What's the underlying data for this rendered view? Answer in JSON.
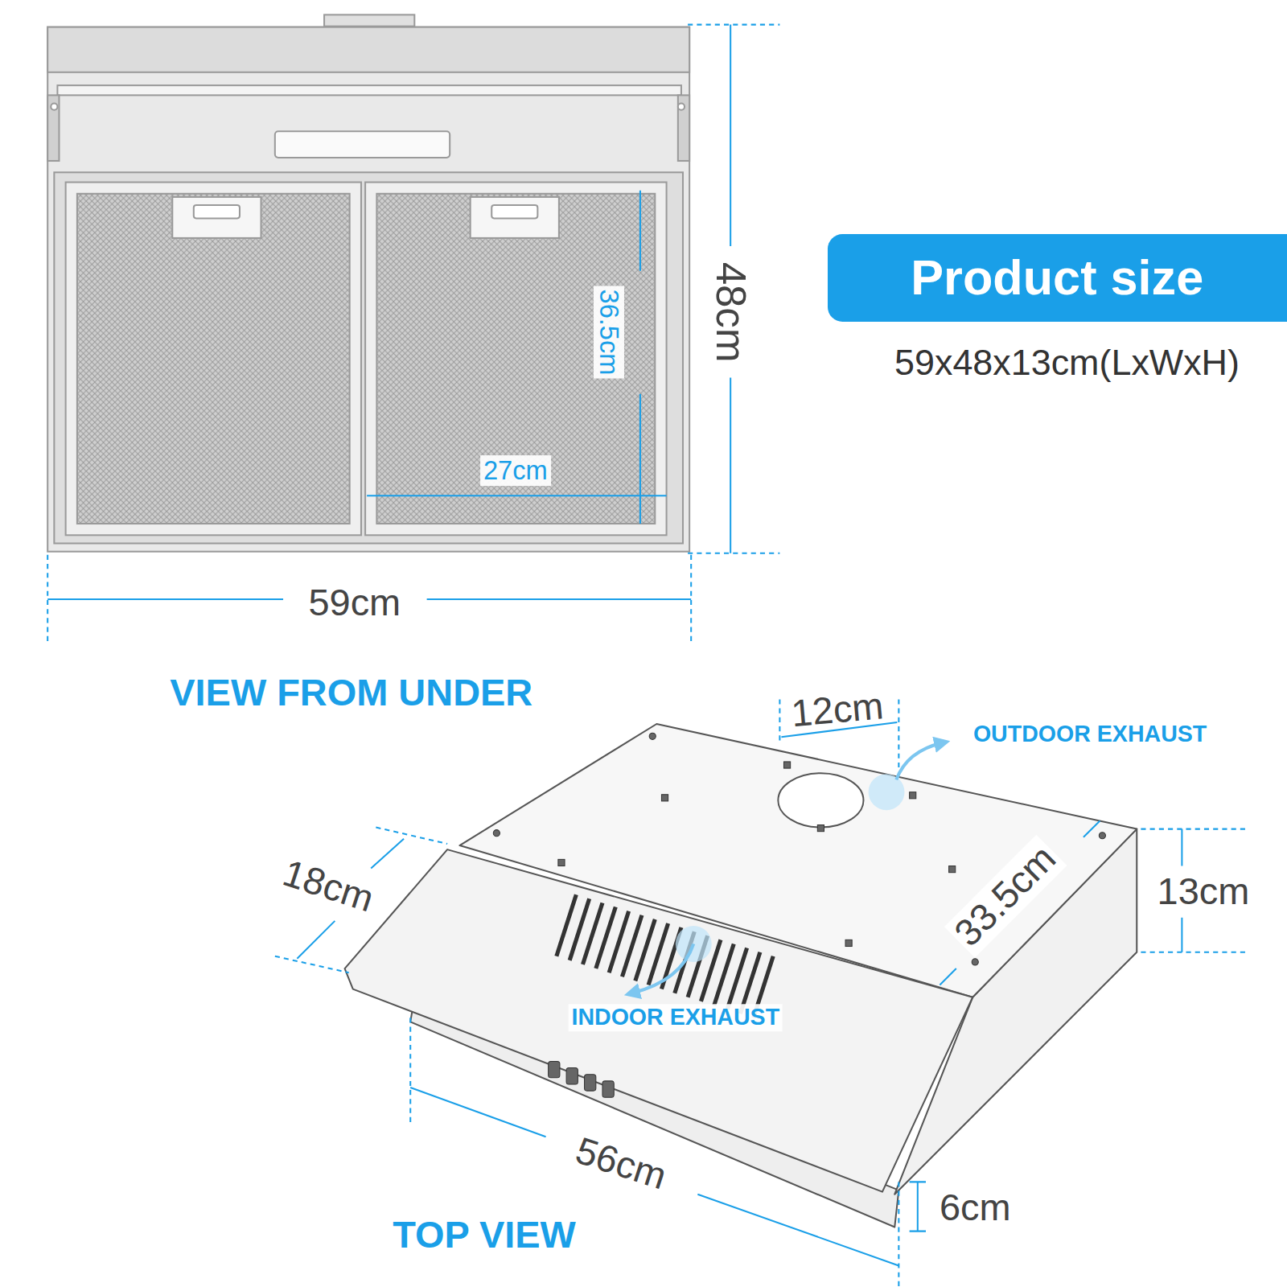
{
  "diagram": {
    "nodes": [
      {
        "text": [
          "Product size"
        ]
      }
    ],
    "labels": [
      "48cm",
      "36.5cm",
      "27cm",
      "59cm",
      "VIEW FROM UNDER",
      "12cm",
      "OUTDOOR EXHAUST",
      "18cm",
      "33.5cm",
      "13cm",
      "INDOOR EXHAUST",
      "56cm",
      "6cm",
      "TOP VIEW",
      "59x48x13cm(LxWxH)"
    ]
  }
}
